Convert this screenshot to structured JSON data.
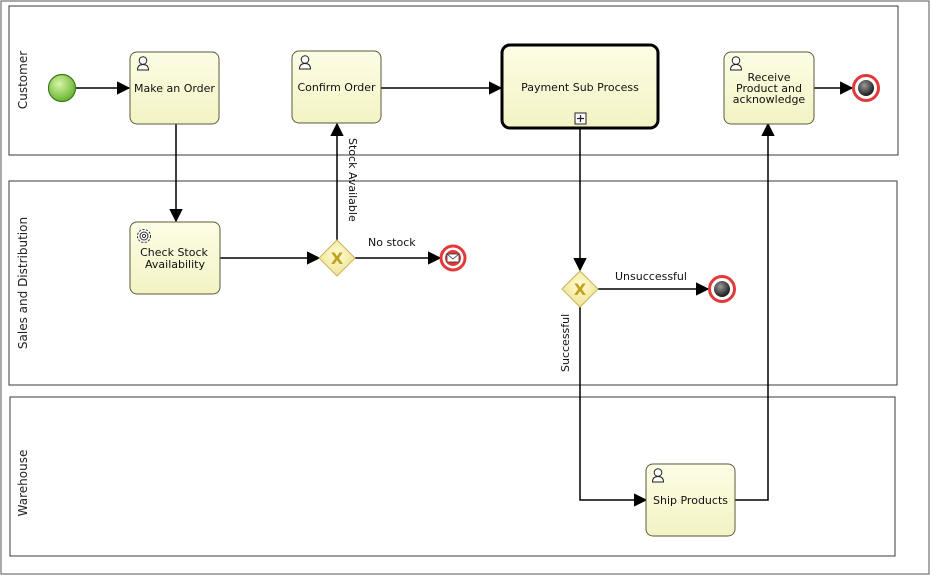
{
  "diagram": {
    "lanes": [
      {
        "id": "lane-customer",
        "label": "Customer"
      },
      {
        "id": "lane-sales",
        "label": "Sales and Distribution"
      },
      {
        "id": "lane-warehouse",
        "label": "Warehouse"
      }
    ],
    "tasks": {
      "make_order": {
        "lines": [
          "Make an Order"
        ],
        "icon": "user-icon"
      },
      "confirm_order": {
        "lines": [
          "Confirm Order"
        ],
        "icon": "user-icon"
      },
      "payment": {
        "lines": [
          "Payment Sub Process"
        ],
        "icon": "plus-marker-icon"
      },
      "receive": {
        "lines": [
          "Receive",
          "Product and",
          "acknowledge"
        ],
        "icon": "user-icon"
      },
      "check_stock": {
        "lines": [
          "Check Stock",
          "Availability"
        ],
        "icon": "gear-icon"
      },
      "ship": {
        "lines": [
          "Ship Products"
        ],
        "icon": "user-icon"
      }
    },
    "flow_labels": {
      "stock_available": "Stock Available",
      "no_stock": "No stock",
      "unsuccessful": "Unsuccessful",
      "successful": "Successful"
    },
    "gateway_symbol": "X",
    "colors": {
      "start": "#7cc640",
      "end": "#e23a3a",
      "task_fill": "#fbfbd6"
    }
  }
}
